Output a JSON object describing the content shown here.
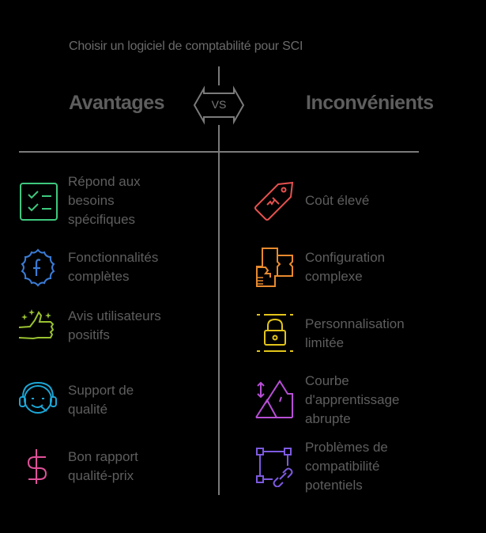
{
  "title": "Choisir un logiciel de comptabilité pour SCI",
  "vs_label": "VS",
  "left": {
    "heading": "Avantages",
    "items": [
      {
        "label": "Répond aux besoins spécifiques",
        "icon": "checklist-icon",
        "color": "#3ec97e"
      },
      {
        "label": "Fonctionnalités complètes",
        "icon": "feature-badge-icon",
        "color": "#3a7bd5"
      },
      {
        "label": "Avis utilisateurs positifs",
        "icon": "thumbs-up-icon",
        "color": "#9ac230"
      },
      {
        "label": "Support de qualité",
        "icon": "headset-support-icon",
        "color": "#1ca6d6"
      },
      {
        "label": "Bon rapport qualité-prix",
        "icon": "dollar-icon",
        "color": "#e0519a"
      }
    ]
  },
  "right": {
    "heading": "Inconvénients",
    "items": [
      {
        "label": "Coût élevé",
        "icon": "price-tag-icon",
        "color": "#e5514f"
      },
      {
        "label": "Configuration complexe",
        "icon": "puzzle-floorplan-icon",
        "color": "#e88a2e"
      },
      {
        "label": "Personnalisation limitée",
        "icon": "lock-icon",
        "color": "#e3c51a"
      },
      {
        "label": "Courbe d'apprentissage abrupte",
        "icon": "mountain-icon",
        "color": "#b84fd6"
      },
      {
        "label": "Problèmes de compatibilité potentiels",
        "icon": "link-frame-icon",
        "color": "#7d5ae0"
      }
    ]
  }
}
